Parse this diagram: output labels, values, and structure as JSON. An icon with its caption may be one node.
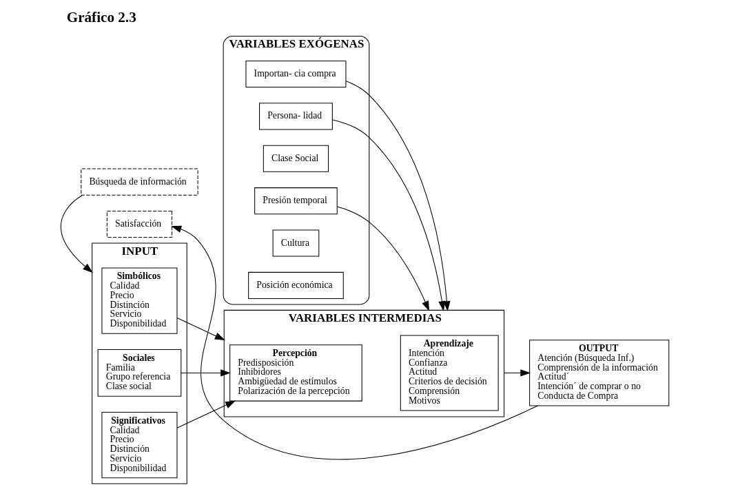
{
  "diagram": {
    "title": "Gráfico 2.3",
    "nodes": [
      {
        "text": [
          "VARIABLES EXÓGENAS"
        ]
      },
      {
        "text": [
          "Importan- cia compra"
        ],
        "in": 0
      },
      {
        "text": [
          "Persona- lidad"
        ],
        "in": 0
      },
      {
        "text": [
          "Clase Social"
        ],
        "in": 0
      },
      {
        "text": [
          "Presión temporal"
        ],
        "in": 0
      },
      {
        "text": [
          "Cultura"
        ],
        "in": 0
      },
      {
        "text": [
          "Posición económica"
        ],
        "in": 0
      },
      {
        "text": [
          "INPUT"
        ]
      },
      {
        "text": [
          "Simbólicos",
          "Calidad",
          "Precio",
          "Distinción",
          "Servicio",
          "Disponibilidad"
        ],
        "in": 7
      },
      {
        "text": [
          "Sociales",
          "Familia",
          "Grupo referencia",
          "Clase social"
        ],
        "in": 7
      },
      {
        "text": [
          "Significativos",
          "Calidad",
          "Precio",
          "Distinción",
          "Servicio",
          "Disponibilidad"
        ],
        "in": 7
      },
      {
        "text": [
          "VARIABLES INTERMEDIAS"
        ]
      },
      {
        "text": [
          "Percepción",
          "Predisposición",
          "Inhibidores",
          "Ambigüedad de estímulos",
          "Polarización de la percepción"
        ],
        "in": 11
      },
      {
        "text": [
          "Aprendizaje",
          "Intención",
          "Confianza",
          "Actitud",
          "Criterios de decisión",
          "Comprensión",
          "Motivos"
        ],
        "in": 11
      },
      {
        "text": [
          "OUTPUT",
          "Atención (Búsqueda Inf.)",
          "Comprensión de la información",
          "Actitud´",
          "Intención´ de comprar o no",
          "Conducta de Compra"
        ]
      },
      {
        "text": [
          "Búsqueda de información"
        ]
      },
      {
        "text": [
          "Satisfacción"
        ]
      }
    ],
    "edges": [
      {
        "from": 1,
        "to": 11,
        "arrow": "to"
      },
      {
        "from": 2,
        "to": 11,
        "arrow": "to"
      },
      {
        "from": 4,
        "to": 11,
        "arrow": "to"
      },
      {
        "from": 8,
        "to": 11,
        "arrow": "to"
      },
      {
        "from": 9,
        "to": 12,
        "arrow": "to"
      },
      {
        "from": 10,
        "to": 12,
        "arrow": "to"
      },
      {
        "from": 11,
        "to": 14,
        "arrow": "to"
      },
      {
        "from": 14,
        "to": 16,
        "arrow": "to"
      },
      {
        "from": 15,
        "to": 7,
        "arrow": "to"
      }
    ]
  }
}
